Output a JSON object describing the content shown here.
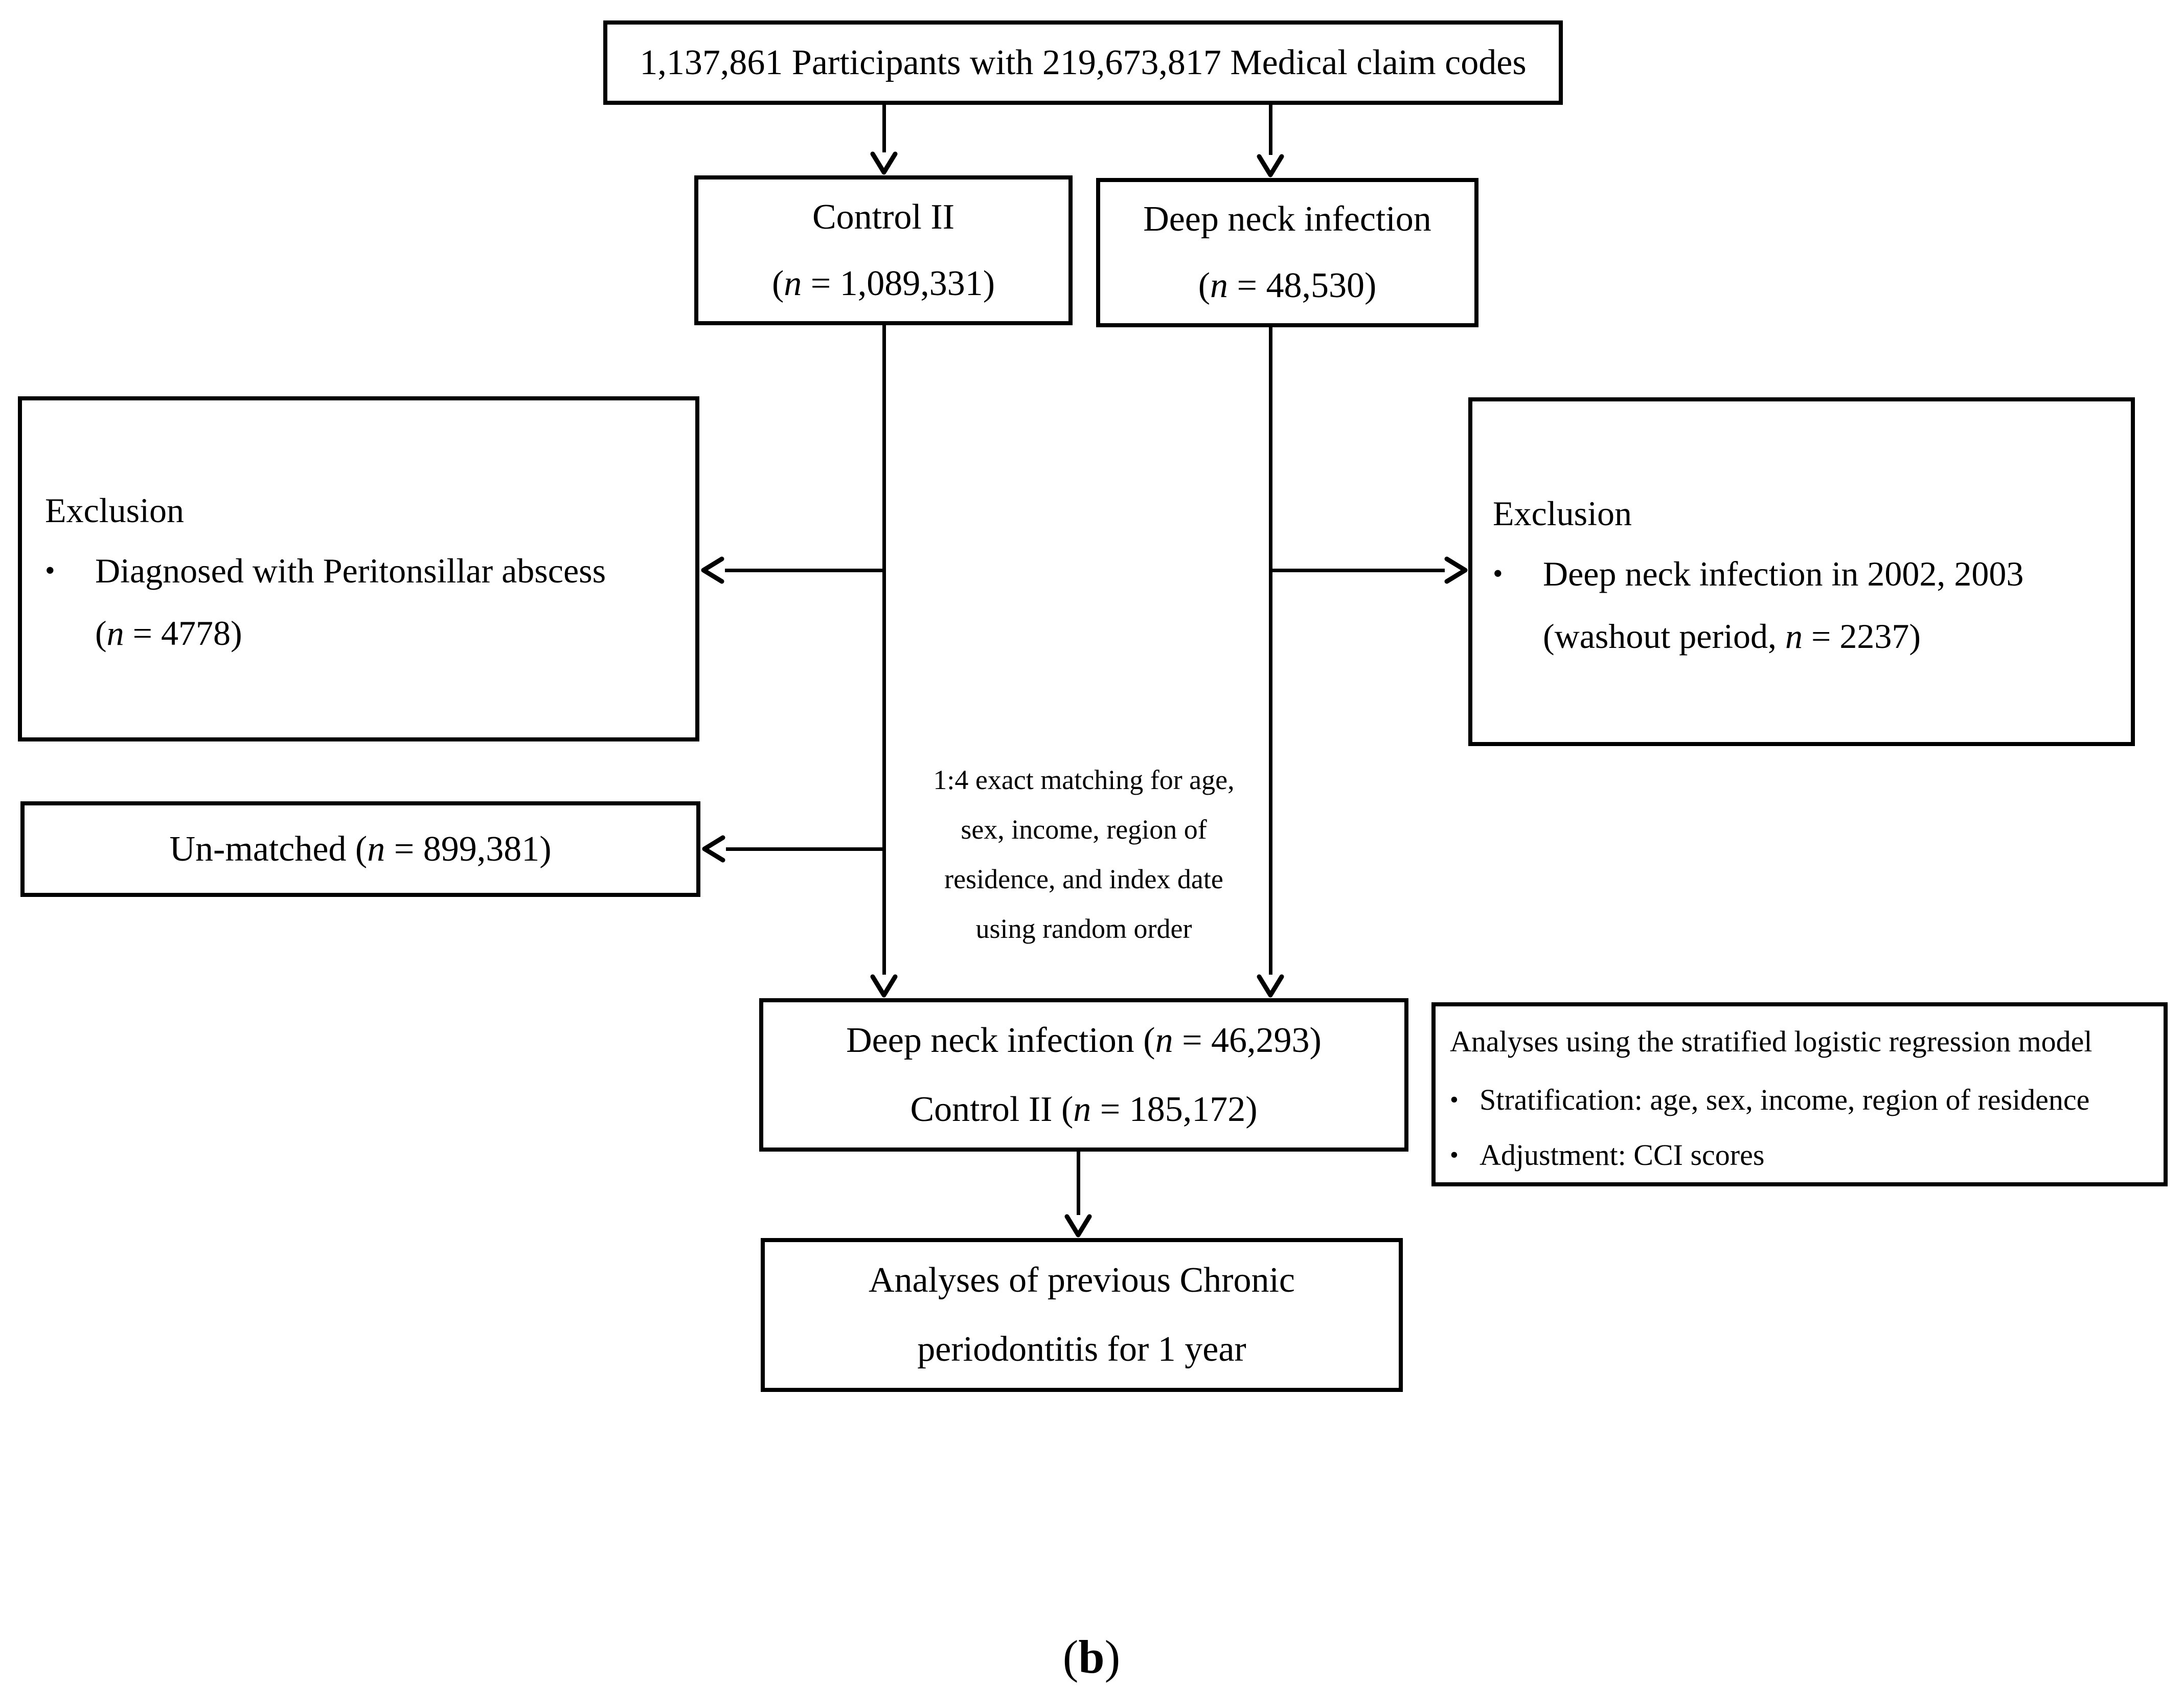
{
  "diagram": {
    "top_box": {
      "text": "1,137,861 Participants with 219,673,817 Medical claim codes"
    },
    "control_box": {
      "line1": "Control II",
      "line2": "(n = 1,089,331)"
    },
    "dni_box": {
      "line1": "Deep neck infection",
      "line2": "(n = 48,530)"
    },
    "left_exclusion_box": {
      "title": "Exclusion",
      "bullet_glyph": "•",
      "bullet_line1": "Diagnosed with Peritonsillar abscess",
      "bullet_line2": "(n = 4778)"
    },
    "right_exclusion_box": {
      "title": "Exclusion",
      "bullet_glyph": "•",
      "bullet_line1": "Deep neck infection in 2002, 2003",
      "bullet_line2": "(washout period, n = 2237)"
    },
    "unmatched_box": {
      "text": "Un-matched (n = 899,381)"
    },
    "matching_note": {
      "lines": [
        "1:4 exact matching for age,",
        "sex, income, region of",
        "residence, and index date",
        "using random order"
      ]
    },
    "matched_box": {
      "line1": "Deep neck infection (n = 46,293)",
      "line2": "Control II (n = 185,172)"
    },
    "analyses_box": {
      "title": "Analyses using the stratified logistic regression model",
      "bullet_glyph": "•",
      "bullets": [
        "Stratification: age, sex, income, region of residence",
        "Adjustment: CCI scores"
      ]
    },
    "outcome_box": {
      "line1": "Analyses of previous Chronic",
      "line2": "periodontitis for 1 year"
    },
    "caption": {
      "open": "(",
      "letter": "b",
      "close": ")"
    }
  }
}
